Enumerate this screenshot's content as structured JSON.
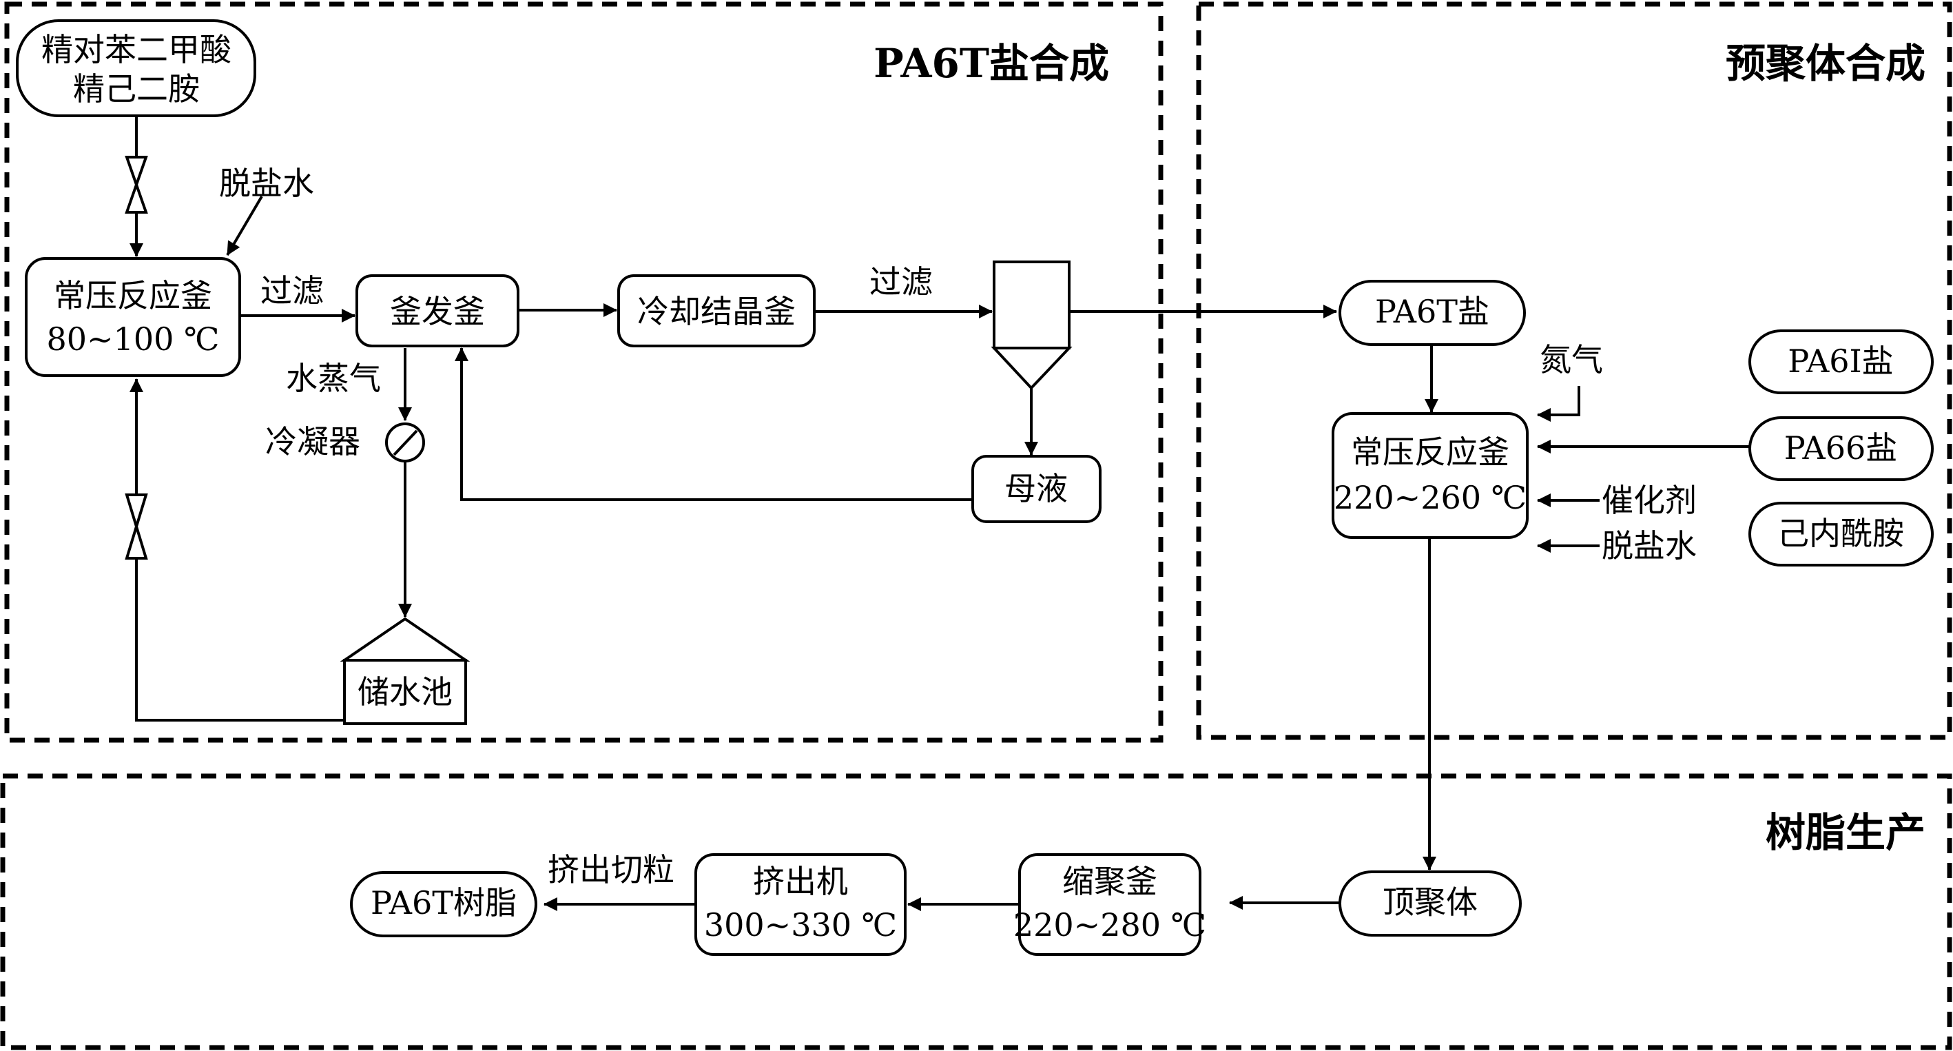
{
  "sections": {
    "salt_synthesis": "PA6T盐合成",
    "prepolymer_synthesis": "预聚体合成",
    "resin_production": "树脂生产"
  },
  "nodes": {
    "raw_material_line1": "精对苯二甲酸",
    "raw_material_line2": "精己二胺",
    "reactor_name": "常压反应釜",
    "reactor_temp": "80~100 ℃",
    "evaporator": "釜发釜",
    "crystallizer": "冷却结晶釜",
    "mother_liquor": "母液",
    "water_tank": "储水池",
    "pa6t_salt": "PA6T盐",
    "pa6i_salt": "PA6I盐",
    "pa66_salt": "PA66盐",
    "caprolactam": "己内酰胺",
    "prepoly_reactor_name": "常压反应釜",
    "prepoly_reactor_temp": "220~260 ℃",
    "top_polymer": "顶聚体",
    "polycondensation_name": "缩聚釜",
    "polycondensation_temp": "220~280 ℃",
    "extruder_name": "挤出机",
    "extruder_temp": "300~330 ℃",
    "pa6t_resin": "PA6T树脂"
  },
  "labels": {
    "desalted_water_top": "脱盐水",
    "filter_1": "过滤",
    "filter_2": "过滤",
    "steam": "水蒸气",
    "condenser": "冷凝器",
    "nitrogen": "氮气",
    "catalyst": "催化剂",
    "desalted_water_right": "脱盐水",
    "extrude_pelletize": "挤出切粒"
  }
}
